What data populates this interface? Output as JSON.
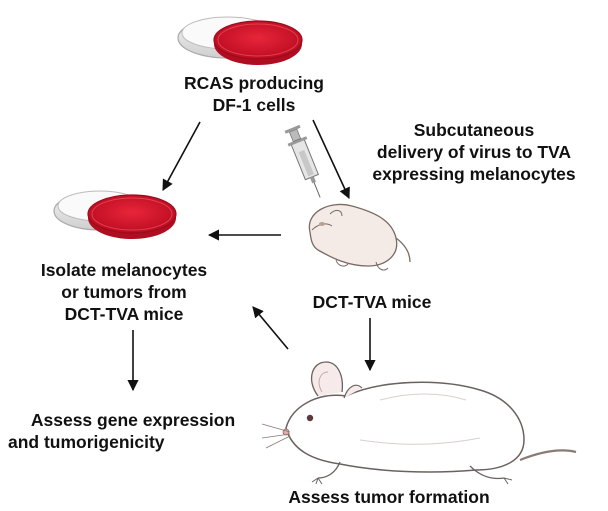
{
  "labels": {
    "rcas": [
      "RCAS producing",
      "DF-1 cells"
    ],
    "subq": [
      "Subcutaneous",
      "delivery of virus to TVA",
      "expressing melanocytes"
    ],
    "isolate": [
      "Isolate melanocytes",
      "or tumors from",
      "DCT-TVA mice"
    ],
    "dct": "DCT-TVA mice",
    "assess_gene": [
      "Assess gene expression",
      "and tumorigenicity"
    ],
    "assess_tumor": "Assess tumor formation"
  },
  "colors": {
    "medium": "#d7112a",
    "arrow": "#111111"
  },
  "icons": {
    "dish_top": "petri-dish-icon",
    "dish_left": "petri-dish-icon",
    "syringe": "syringe-icon",
    "pup": "newborn-mouse-icon",
    "mouse": "adult-mouse-icon"
  }
}
